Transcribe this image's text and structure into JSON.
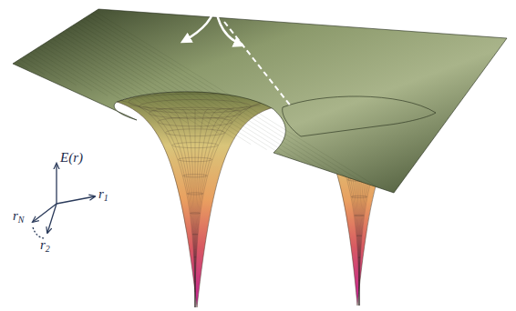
{
  "diagram": {
    "labels": [
      "E(r)",
      "rN",
      "r1",
      "r2"
    ]
  }
}
